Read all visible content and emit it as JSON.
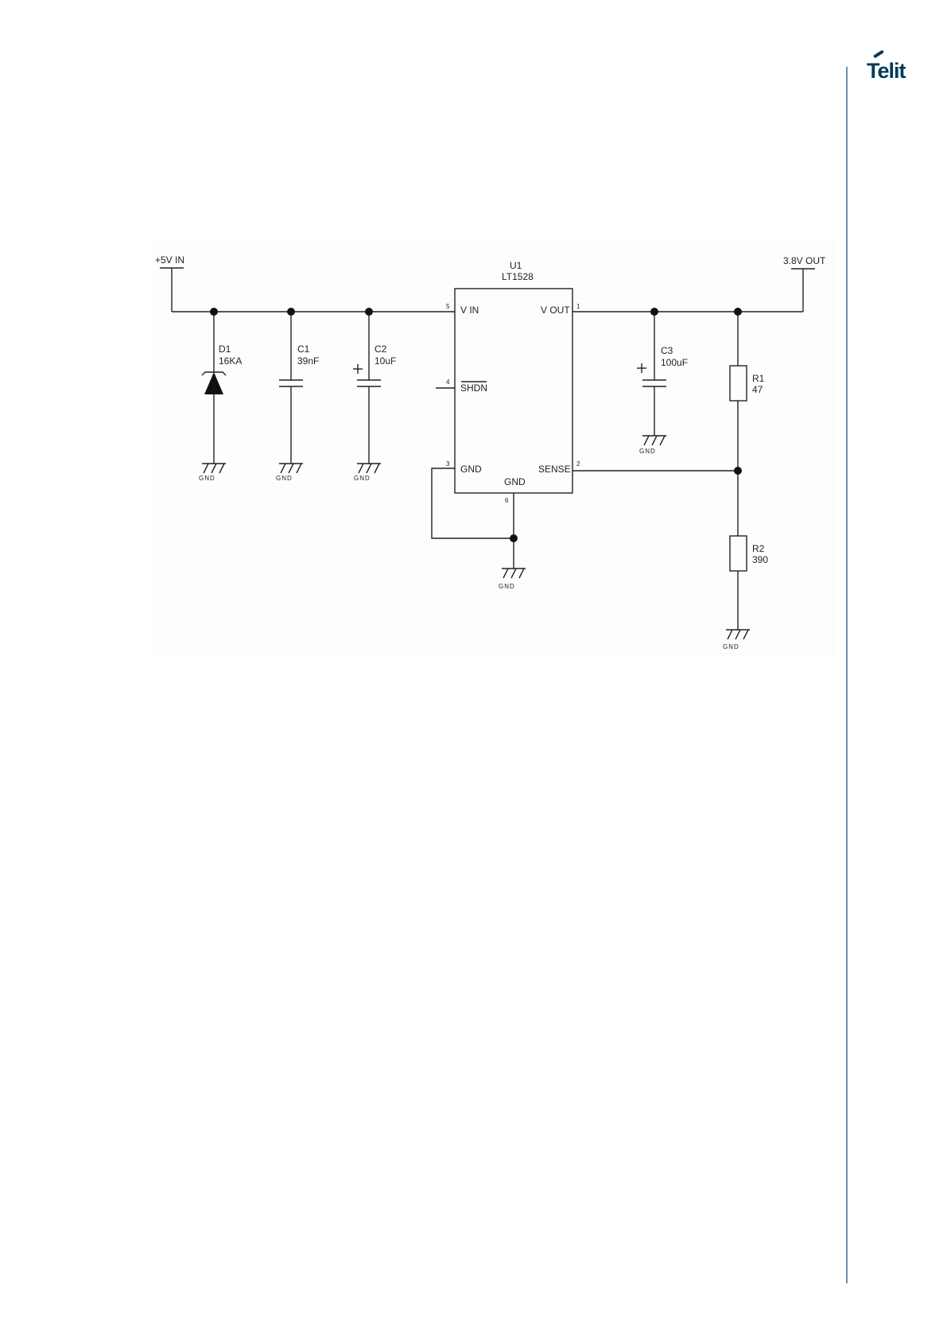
{
  "logo": {
    "text": "Telit"
  },
  "schematic": {
    "input_label": "+5V IN",
    "output_label": "3.8V OUT",
    "regulator": {
      "ref": "U1",
      "part": "LT1528",
      "pins": {
        "vin": {
          "num": "5",
          "name": "V IN"
        },
        "shdn": {
          "num": "4",
          "name": "SHDN"
        },
        "gnd": {
          "num": "3",
          "name": "GND"
        },
        "vout": {
          "num": "1",
          "name": "V OUT"
        },
        "sense": {
          "num": "2",
          "name": "SENSE"
        },
        "tab": {
          "num": "6",
          "name": "GND"
        }
      }
    },
    "d1": {
      "ref": "D1",
      "value": "16KA"
    },
    "c1": {
      "ref": "C1",
      "value": "39nF"
    },
    "c2": {
      "ref": "C2",
      "value": "10uF"
    },
    "c3": {
      "ref": "C3",
      "value": "100uF"
    },
    "r1": {
      "ref": "R1",
      "value": "47"
    },
    "r2": {
      "ref": "R2",
      "value": "390"
    },
    "ground_label": "GND"
  }
}
